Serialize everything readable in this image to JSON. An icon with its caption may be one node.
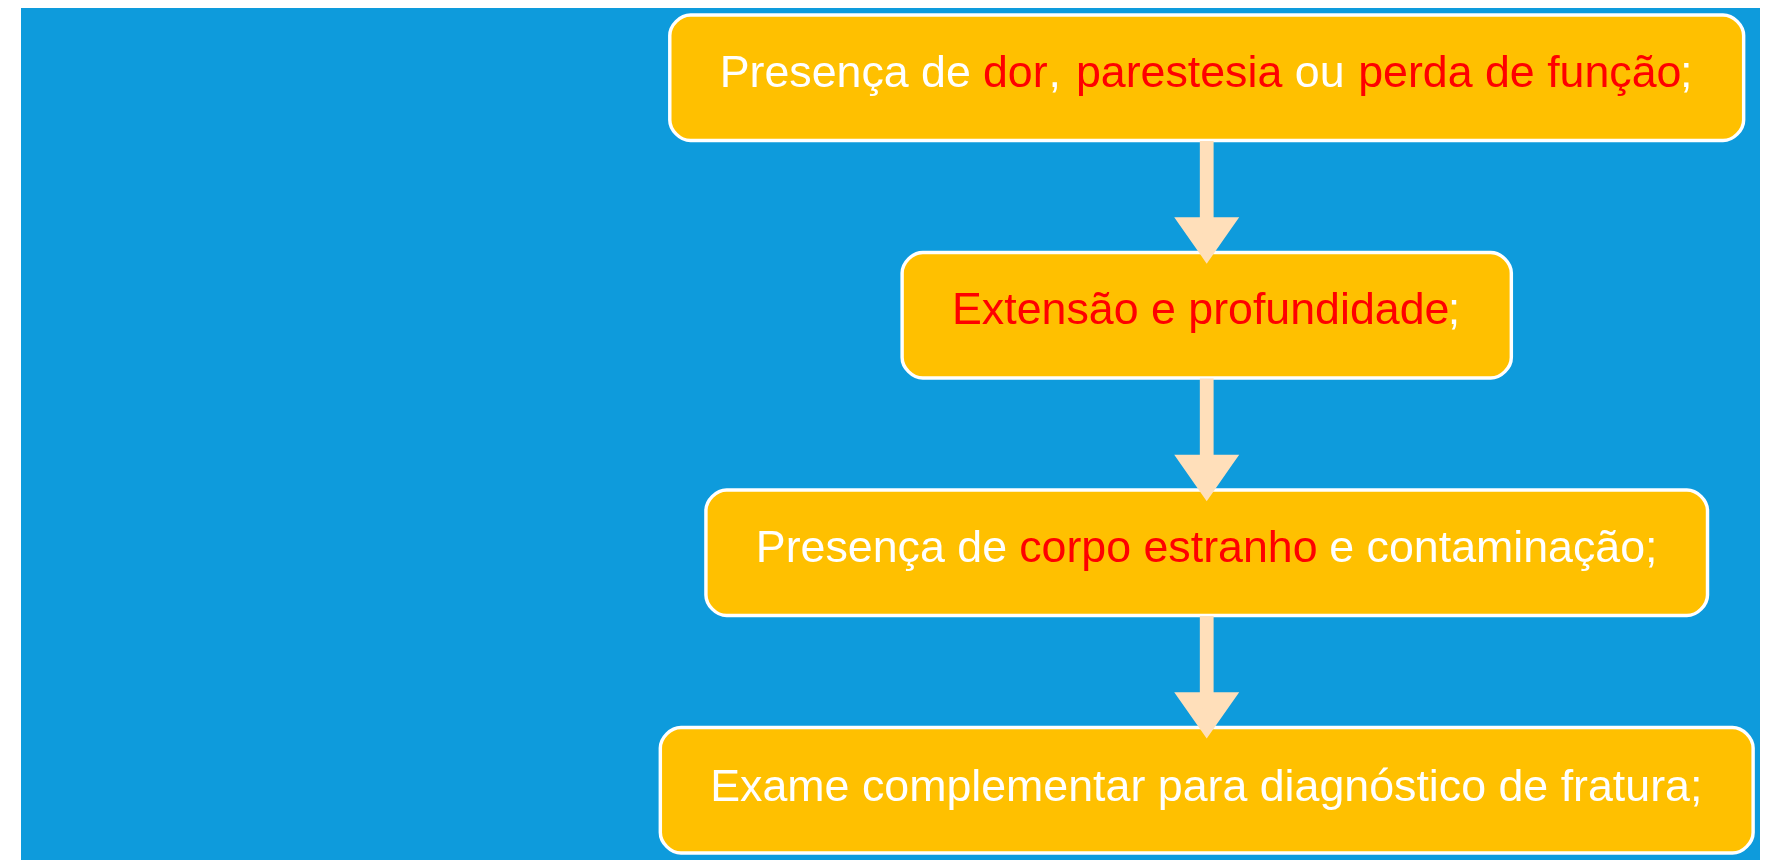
{
  "diagram": {
    "nodes": [
      {
        "text": [
          "Presença de **dor**, **parestesia** ou **perda de função**;"
        ]
      },
      {
        "text": [
          "**Extensão e profundidade**;"
        ]
      },
      {
        "text": [
          "Presença de **corpo estranho** e contaminação;"
        ]
      },
      {
        "text": [
          "Exame complementar para diagnóstico de fratura;"
        ]
      }
    ],
    "edges": [
      {
        "from": 0,
        "to": 1,
        "arrow": "to"
      },
      {
        "from": 1,
        "to": 2,
        "arrow": "to"
      },
      {
        "from": 2,
        "to": 3,
        "arrow": "to"
      }
    ]
  }
}
